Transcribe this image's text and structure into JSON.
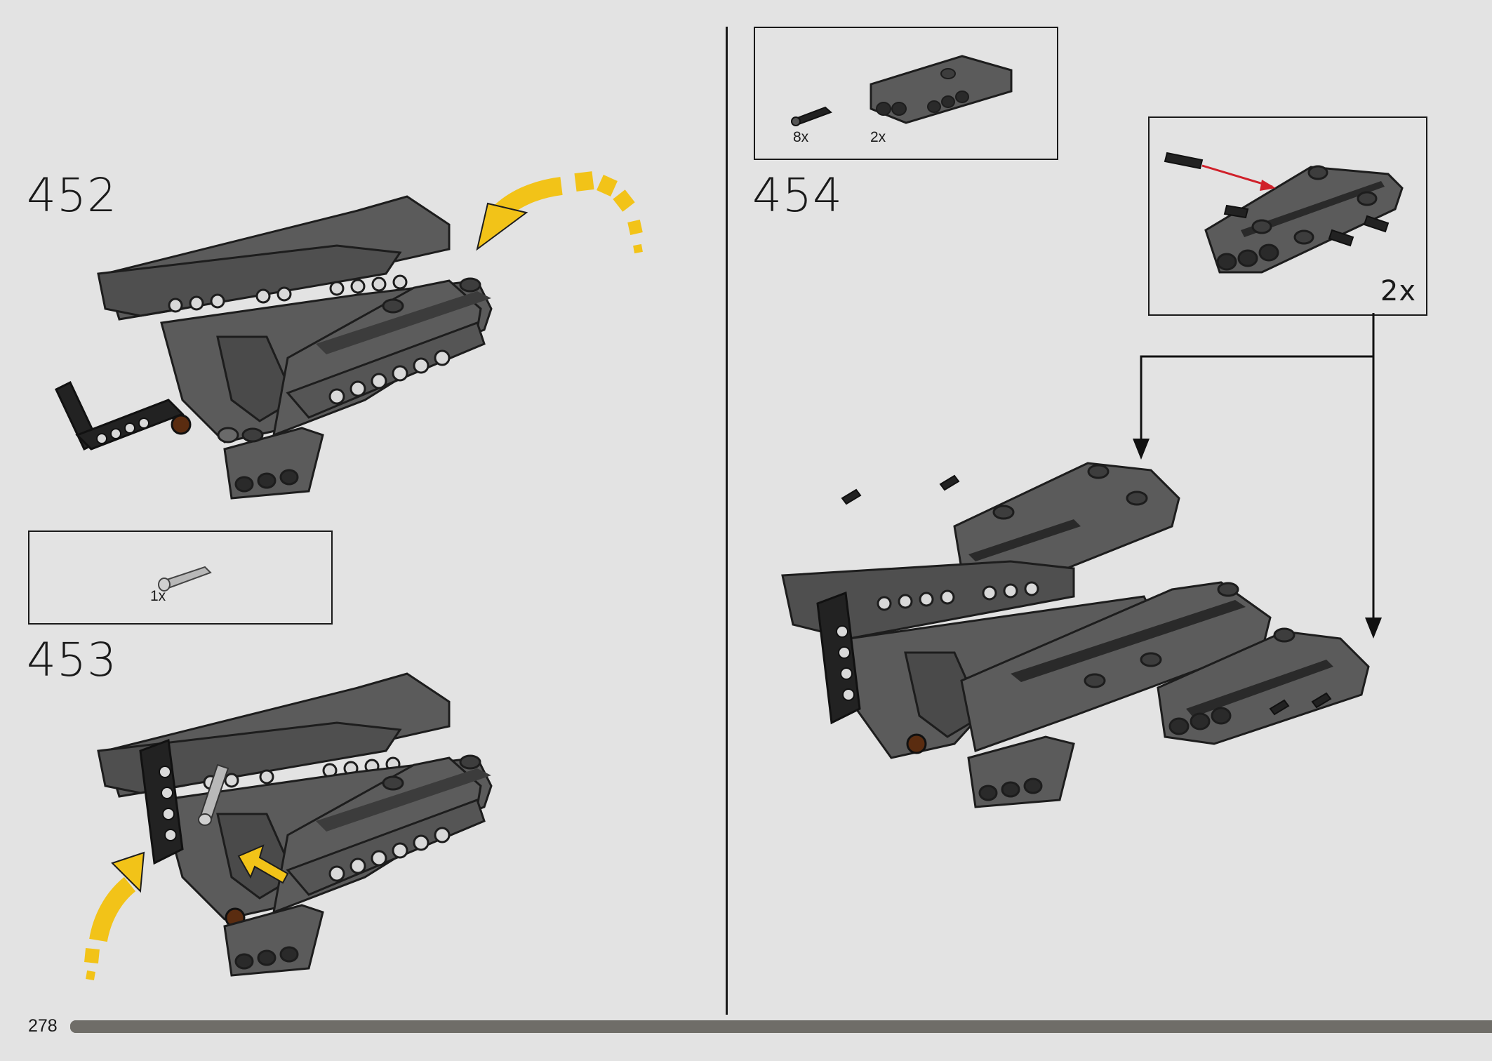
{
  "page": {
    "page_number": "278",
    "progress_fraction": 1.0
  },
  "steps": [
    {
      "number": "452",
      "parts": [],
      "rotation_arrow": "yellow-curved-arrow"
    },
    {
      "number": "453",
      "parts": [
        {
          "name": "light-gray-axle-pin",
          "qty": "1x"
        }
      ],
      "insert_arrow": "yellow-arrow"
    },
    {
      "number": "454",
      "parts": [
        {
          "name": "black-friction-pin",
          "qty": "8x"
        },
        {
          "name": "dark-gray-panel-connector",
          "qty": "2x"
        }
      ],
      "subassembly": {
        "multiplier": "2x"
      }
    }
  ],
  "colors": {
    "background": "#e3e3e3",
    "part_dark_gray": "#5b5b5b",
    "part_black": "#222222",
    "accent_yellow": "#f2c318",
    "accent_red": "#d0202a",
    "progress_bar": "#6f6d68"
  }
}
